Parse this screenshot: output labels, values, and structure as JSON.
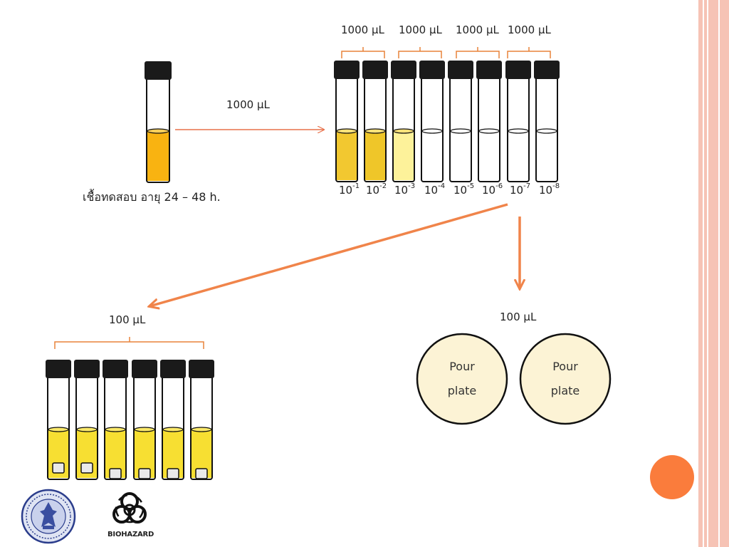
{
  "source_label": "เชื้อทดสอบ อายุ 24 – 48 h.",
  "transfer_1000": "1000 µL",
  "series_transfer_labels": [
    "1000 µL",
    "1000 µL",
    "1000 µL",
    "1000 µL"
  ],
  "dilutions": [
    {
      "base": "10",
      "exp": "-1"
    },
    {
      "base": "10",
      "exp": "-2"
    },
    {
      "base": "10",
      "exp": "-3"
    },
    {
      "base": "10",
      "exp": "-4"
    },
    {
      "base": "10",
      "exp": "-5"
    },
    {
      "base": "10",
      "exp": "-6"
    },
    {
      "base": "10",
      "exp": "-7"
    },
    {
      "base": "10",
      "exp": "-8"
    }
  ],
  "broth_label": "100 µL",
  "plate_label": "100 µL",
  "plates": [
    {
      "line1": "Pour",
      "line2": "plate"
    },
    {
      "line1": "Pour",
      "line2": "plate"
    }
  ],
  "biohazard_text": "BIOHAZARD",
  "colors": {
    "source_liquid": "#f9b311",
    "dil1": "#f2c830",
    "dil2": "#efc629",
    "dil3": "#fdf29a",
    "broth": "#f7df32",
    "arrow": "#f0844a",
    "bracket": "#e8833a",
    "plate_fill": "#fcf3d5",
    "circle_accent": "#fa7c3c"
  }
}
